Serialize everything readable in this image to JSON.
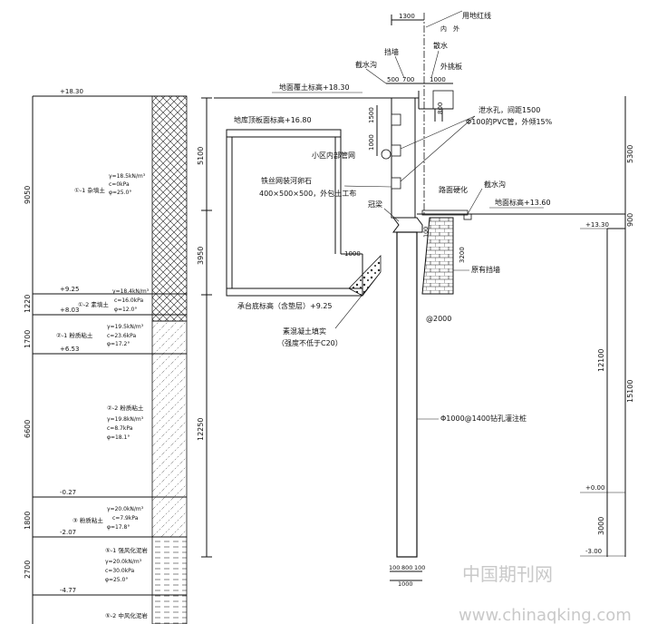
{
  "left_column": {
    "elevations": [
      "+18.30",
      "+9.25",
      "+8.03",
      "+6.53",
      "-0.27",
      "-2.07",
      "-4.77"
    ],
    "dims": [
      "9050",
      "1220",
      "1700",
      "6600",
      "1800",
      "2700"
    ],
    "layers": [
      {
        "name": "①-1 杂填土",
        "props": [
          "γ=18.5kN/m³",
          "c=0kPa",
          "φ=25.0°"
        ]
      },
      {
        "name": "①-2 素填土",
        "props": [
          "c=16.0kPa",
          "φ=12.0°"
        ],
        "extra": "γ=18.4kN/m³"
      },
      {
        "name": "②-1 粉质粘土",
        "props": [
          "γ=19.5kN/m³",
          "c=23.6kPa",
          "φ=17.2°"
        ]
      },
      {
        "name": "②-2 粉质粘土",
        "props": [
          "γ=19.8kN/m³",
          "c=8.7kPa",
          "φ=18.1°"
        ]
      },
      {
        "name": "③ 粉质粘土",
        "props": [
          "γ=20.0kN/m³",
          "c=7.9kPa",
          "φ=17.8°"
        ]
      },
      {
        "name": "⑤-1 强风化泥岩",
        "props": [
          "γ=20.0kN/m³",
          "c=30.0kPa",
          "φ=25.0°"
        ]
      },
      {
        "name": "⑤-2 中风化泥岩",
        "props": []
      }
    ]
  },
  "section": {
    "labels": {
      "redline": "用地红线",
      "inner": "内",
      "outer": "外",
      "width1300": "1300",
      "dangqiang": "挡墙",
      "sanshui": "散水",
      "paishuigou": "截水沟",
      "waitiaoban": "外挑板",
      "dim500": "500",
      "dim700": "700",
      "dim1000a": "1000",
      "ground_top": "地面覆土标高+18.30",
      "dim800": "800",
      "dim1500": "1500",
      "dim1000v": "1000",
      "roof": "地库顶板面标高+16.80",
      "drain_hole": "泄水孔，间距1500",
      "pvc": "Φ100的PVC管，外倾15%",
      "pipe_net": "小区内部管网",
      "gabion": "铁丝网装河卵石",
      "gabion_size": "400×500×500，外包土工布",
      "road": "路面硬化",
      "guanliang": "冠梁",
      "jieshuigou2": "截水沟",
      "ground2": "地面标高+13.60",
      "dim100": "100",
      "dim3200": "3200",
      "old_wall": "原有挡墙",
      "dim1000b": "1000",
      "cap_base": "承台底标高（含垫层）+9.25",
      "concrete": "素混凝土填实",
      "concrete_note": "（强度不低于C20）",
      "pile_spacing": "@2000",
      "pile": "Φ1000@1400钻孔灌注桩",
      "dim100a": "100",
      "dim800b": "800",
      "dim100b": "100",
      "dim1000c": "1000",
      "dim5100": "5100",
      "dim3950": "3950",
      "dim12250": "12250"
    }
  },
  "right_column": {
    "elevations": [
      "+13.30",
      "+0.00",
      "-3.00"
    ],
    "dims": [
      "5300",
      "900",
      "12100",
      "15100",
      "3000"
    ]
  },
  "watermark": {
    "cn": "中国期刊网",
    "url": "www.chinaqking.com"
  }
}
